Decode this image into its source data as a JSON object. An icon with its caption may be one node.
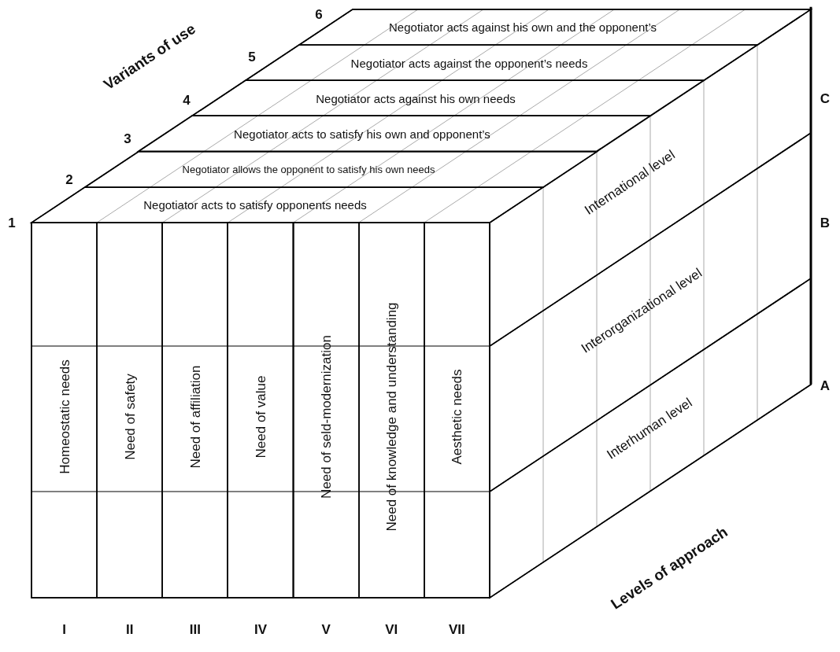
{
  "diagram": {
    "nodes": [
      {
        "text": [
          "Negotiator acts to satisfy opponents needs"
        ]
      },
      {
        "text": [
          "Negotiator allows the opponent to satisfy his own needs"
        ]
      },
      {
        "text": [
          "Negotiator acts to satisfy his own and opponent’s"
        ]
      },
      {
        "text": [
          "Negotiator acts against his own needs"
        ]
      },
      {
        "text": [
          "Negotiator acts against the opponent’s needs"
        ]
      },
      {
        "text": [
          "Negotiator acts against his own and the opponent’s"
        ]
      },
      {
        "text": [
          "Homeostatic needs"
        ]
      },
      {
        "text": [
          "Need of safety"
        ]
      },
      {
        "text": [
          "Need of affiliation"
        ]
      },
      {
        "text": [
          "Need of value"
        ]
      },
      {
        "text": [
          "Need of seld-modernization"
        ]
      },
      {
        "text": [
          "Need of knowledge and understanding"
        ]
      },
      {
        "text": [
          "Aesthetic needs"
        ]
      },
      {
        "text": [
          "International level"
        ]
      },
      {
        "text": [
          "Interorganizational level"
        ]
      },
      {
        "text": [
          "Interhuman level"
        ]
      }
    ],
    "labels": [
      "6",
      "Variants of use",
      "5",
      "4",
      "3",
      "2",
      "C",
      "1",
      "B",
      "A",
      "Levels of approach",
      "I",
      "II",
      "III",
      "IV",
      "V",
      "VI",
      "VII"
    ]
  }
}
